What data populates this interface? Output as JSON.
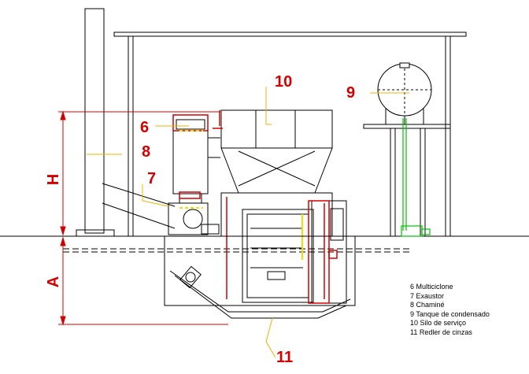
{
  "callouts": {
    "c6": "6",
    "c7": "7",
    "c8": "8",
    "c9": "9",
    "c10": "10",
    "c11": "11"
  },
  "dimensions": {
    "h": "H",
    "a": "A"
  },
  "legend": {
    "items": [
      "6  Multiciclone",
      "7  Exaustor",
      "8  Chaminé",
      "9  Tanque de condensado",
      "10  Silo de serviço",
      "11  Redler de cinzas"
    ]
  },
  "colors": {
    "line": "#000000",
    "accent": "#d40000",
    "condensate": "#00c000",
    "highlight": "#f0e000"
  }
}
